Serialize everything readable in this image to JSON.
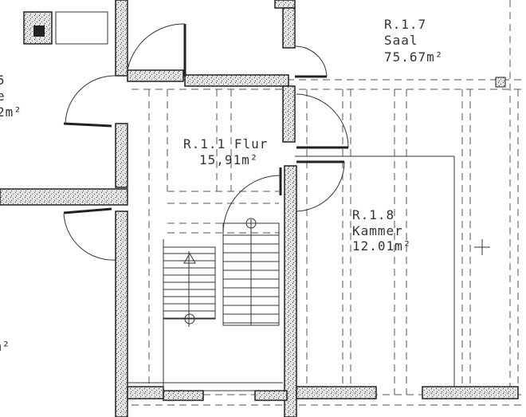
{
  "rooms": [
    {
      "id": "R.1.7",
      "name": "Saal",
      "area": "75.67m²"
    },
    {
      "id": "R.1.1",
      "name": "Flur",
      "area": "15,91m²"
    },
    {
      "id": "R.1.8",
      "name": "Kammer",
      "area": "12.01m²"
    }
  ],
  "partial_rooms": {
    "left_top": {
      "line1": "5",
      "line2": "e",
      "area": "2m²"
    },
    "left_bottom": {
      "area": "m²"
    }
  },
  "colors": {
    "line": "#222222",
    "wall_fill": "#bbbbbb",
    "background": "#ffffff"
  }
}
